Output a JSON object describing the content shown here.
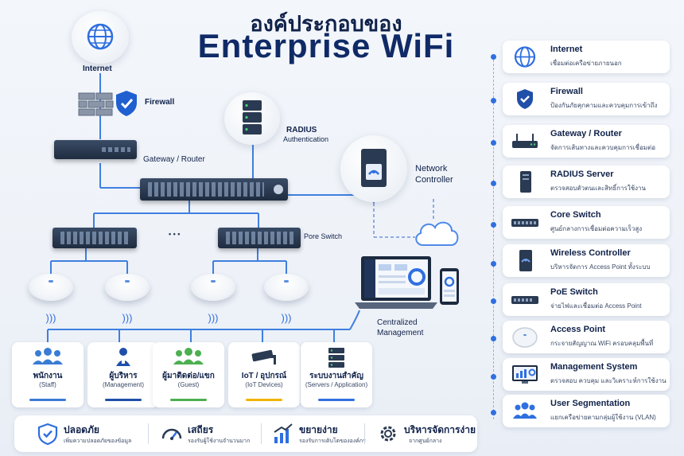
{
  "title": {
    "line1": "องค์ประกอบของ",
    "line2": "Enterprise WiFi"
  },
  "diagram": {
    "internet": "Internet",
    "firewall": "Firewall",
    "radius_line1": "RADIUS",
    "radius_line2": "Authentication",
    "gateway": "Gateway / Router",
    "controller_line1": "Network",
    "controller_line2": "Controller",
    "ellipsis": "• • •",
    "poe_switch": "Pore Switch",
    "mgmt_line1": "Centralized",
    "mgmt_line2": "Management"
  },
  "user_groups": [
    {
      "title": "พนักงาน",
      "subtitle": "(Staff)",
      "icon": "people-icon",
      "color": "#3a7bd5"
    },
    {
      "title": "ผู้บริหาร",
      "subtitle": "(Management)",
      "icon": "manager-icon",
      "color": "#1f4fa8"
    },
    {
      "title": "ผู้มาติดต่อ/แขก",
      "subtitle": "(Guest)",
      "icon": "guests-icon",
      "color": "#4caf50"
    },
    {
      "title": "IoT / อุปกรณ์",
      "subtitle": "(IoT Devices)",
      "icon": "camera-icon",
      "color": "#f0b400"
    },
    {
      "title": "ระบบงานสำคัญ",
      "subtitle": "(Servers / Application)",
      "icon": "servers-icon",
      "color": "#2f6fe0"
    }
  ],
  "benefits": [
    {
      "title": "ปลอดภัย",
      "subtitle": "เพิ่มความปลอดภัยของข้อมูล",
      "icon": "shield-check-icon"
    },
    {
      "title": "เสถียร",
      "subtitle": "รองรับผู้ใช้งานจำนวนมาก",
      "icon": "speedometer-icon"
    },
    {
      "title": "ขยายง่าย",
      "subtitle": "รองรับการเติบโตขององค์กร",
      "icon": "growth-chart-icon"
    },
    {
      "title": "บริหารจัดการง่าย",
      "subtitle": "จากศูนย์กลาง",
      "icon": "gear-icon"
    }
  ],
  "components": [
    {
      "title": "Internet",
      "desc": "เชื่อมต่อเครือข่ายภายนอก",
      "icon": "globe-icon"
    },
    {
      "title": "Firewall",
      "desc": "ป้องกันภัยคุกคามและควบคุมการเข้าถึง",
      "icon": "shield-icon"
    },
    {
      "title": "Gateway / Router",
      "desc": "จัดการเส้นทางและควบคุมการเชื่อมต่อ",
      "icon": "router-icon"
    },
    {
      "title": "RADIUS Server",
      "desc": "ตรวจสอบตัวตนและสิทธิ์การใช้งาน",
      "icon": "server-icon"
    },
    {
      "title": "Core Switch",
      "desc": "ศูนย์กลางการเชื่อมต่อความเร็วสูง",
      "icon": "switch-icon"
    },
    {
      "title": "Wireless Controller",
      "desc": "บริหารจัดการ Access Point ทั้งระบบ",
      "icon": "controller-icon"
    },
    {
      "title": "PoE Switch",
      "desc": "จ่ายไฟและเชื่อมต่อ Access Point",
      "icon": "poe-switch-icon"
    },
    {
      "title": "Access Point",
      "desc": "กระจายสัญญาณ WiFi ครอบคลุมพื้นที่",
      "icon": "access-point-icon"
    },
    {
      "title": "Management System",
      "desc": "ตรวจสอบ ควบคุม และวิเคราะห์การใช้งาน",
      "icon": "dashboard-icon"
    },
    {
      "title": "User Segmentation",
      "desc": "แยกเครือข่ายตามกลุ่มผู้ใช้งาน (VLAN)",
      "icon": "user-group-icon"
    }
  ],
  "colors": {
    "navy": "#10224a",
    "accent": "#2f6fe0",
    "wire": "#3f7fe0"
  }
}
